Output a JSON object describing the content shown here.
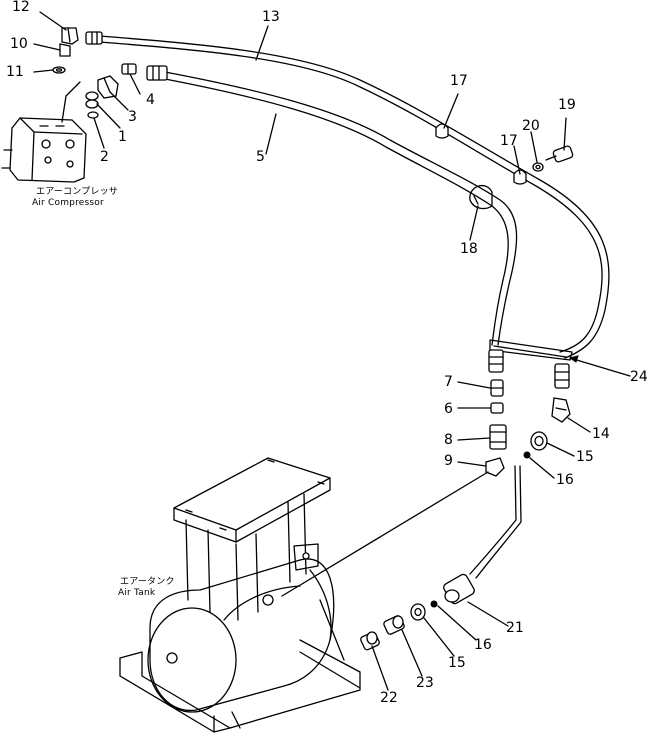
{
  "callouts": [
    {
      "id": "12",
      "text": "12"
    },
    {
      "id": "13",
      "text": "13"
    },
    {
      "id": "10",
      "text": "10"
    },
    {
      "id": "11",
      "text": "11"
    },
    {
      "id": "4",
      "text": "4"
    },
    {
      "id": "3",
      "text": "3"
    },
    {
      "id": "1",
      "text": "1"
    },
    {
      "id": "2",
      "text": "2"
    },
    {
      "id": "5",
      "text": "5"
    },
    {
      "id": "17a",
      "text": "17"
    },
    {
      "id": "19",
      "text": "19"
    },
    {
      "id": "20",
      "text": "20"
    },
    {
      "id": "17b",
      "text": "17"
    },
    {
      "id": "18",
      "text": "18"
    },
    {
      "id": "24",
      "text": "24"
    },
    {
      "id": "7",
      "text": "7"
    },
    {
      "id": "6",
      "text": "6"
    },
    {
      "id": "8",
      "text": "8"
    },
    {
      "id": "9",
      "text": "9"
    },
    {
      "id": "14",
      "text": "14"
    },
    {
      "id": "15a",
      "text": "15"
    },
    {
      "id": "16a",
      "text": "16"
    },
    {
      "id": "21",
      "text": "21"
    },
    {
      "id": "16b",
      "text": "16"
    },
    {
      "id": "15b",
      "text": "15"
    },
    {
      "id": "23",
      "text": "23"
    },
    {
      "id": "22",
      "text": "22"
    }
  ],
  "captions": {
    "compressor_jp": "エアーコンプレッサ",
    "compressor_en": "Air Compressor",
    "tank_jp": "エアータンク",
    "tank_en": "Air Tank"
  }
}
